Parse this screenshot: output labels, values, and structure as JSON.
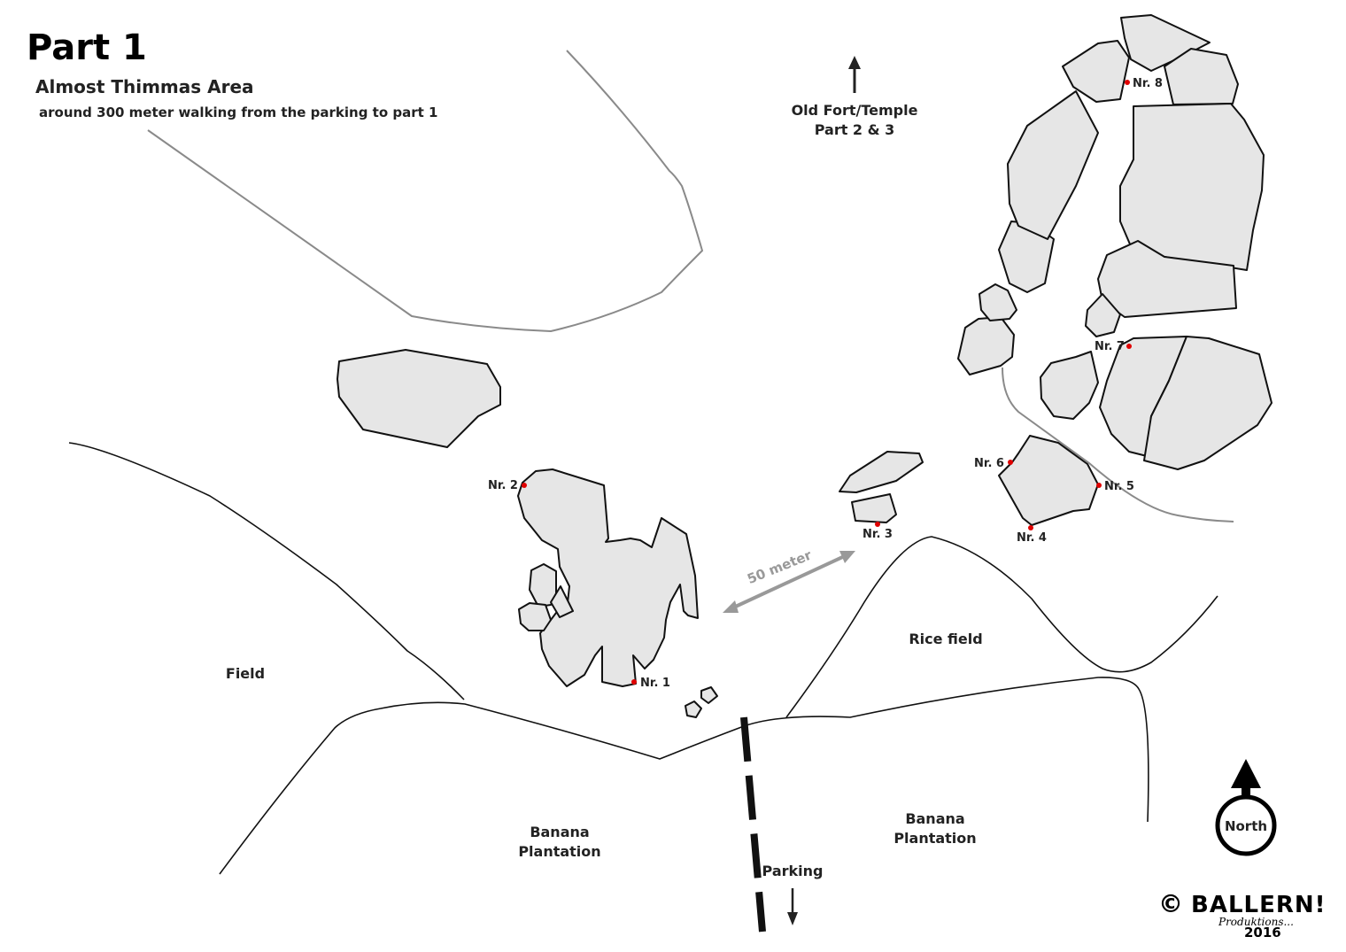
{
  "title": "Part 1",
  "area_name": "Almost Thimmas Area",
  "walking_note": "around 300 meter walking from the parking to part 1",
  "north_ref": {
    "line1": "Old Fort/Temple",
    "line2": "Part 2 & 3"
  },
  "distance_label": "50 meter",
  "areas": {
    "field": "Field",
    "rice_field": "Rice field",
    "banana_left_1": "Banana",
    "banana_left_2": "Plantation",
    "banana_right_1": "Banana",
    "banana_right_2": "Plantation",
    "parking": "Parking"
  },
  "boulder_labels": [
    "Nr. 1",
    "Nr. 2",
    "Nr. 3",
    "Nr. 4",
    "Nr. 5",
    "Nr. 6",
    "Nr. 7",
    "Nr. 8"
  ],
  "compass": {
    "label": "North"
  },
  "credit": {
    "symbol": "©",
    "brand": "BALLERN!",
    "tagline": "Produktions...",
    "year": "2016"
  },
  "colors": {
    "boulder_fill": "#e6e6e6",
    "marker": "#e00000",
    "trail": "#8a8a8a"
  }
}
